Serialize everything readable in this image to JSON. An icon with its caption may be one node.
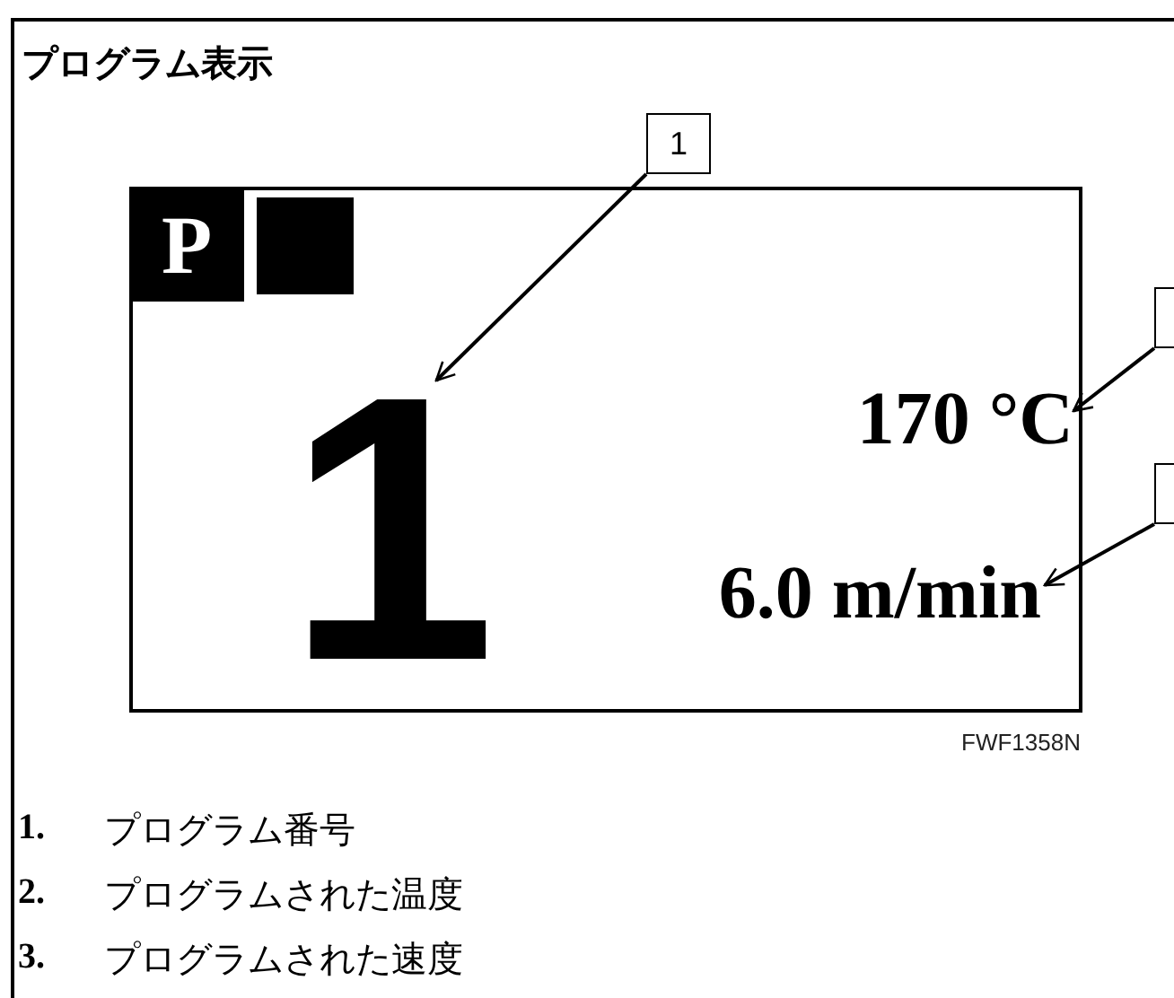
{
  "diagram": {
    "title": "プログラム表示",
    "nodes": [
      {
        "text": [
          "P"
        ]
      },
      {
        "text": [
          "1"
        ]
      },
      {
        "text": [
          "1"
        ]
      },
      {
        "text": [],
        "shape": "box"
      },
      {
        "text": [
          "170 °C"
        ]
      },
      {
        "text": [],
        "shape": "box"
      },
      {
        "text": [
          "6.0 m/min"
        ]
      }
    ],
    "edges": [
      {
        "from": 1,
        "to": 2,
        "arrow": "to"
      },
      {
        "from": 3,
        "to": 4,
        "arrow": "to"
      },
      {
        "from": 5,
        "to": 6,
        "arrow": "to"
      }
    ],
    "labels": [
      "FWF1358N",
      "1.",
      "プログラム番号",
      "2.",
      "プログラムされた温度",
      "3.",
      "プログラムされた速度"
    ]
  }
}
